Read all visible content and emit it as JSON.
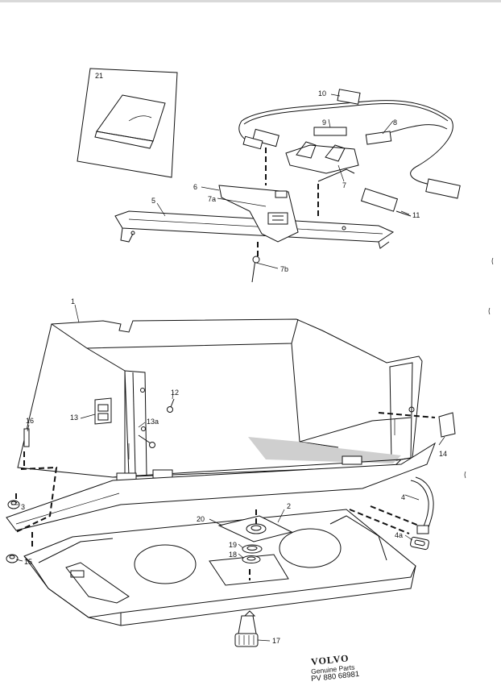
{
  "callouts": {
    "c1": "1",
    "c2": "2",
    "c3": "3",
    "c4": "4",
    "c4a": "4a",
    "c5": "5",
    "c6": "6",
    "c7": "7",
    "c7a": "7a",
    "c7b": "7b",
    "c8": "8",
    "c9": "9",
    "c10": "10",
    "c11": "11",
    "c12": "12",
    "c13": "13",
    "c13a": "13a",
    "c14": "14",
    "c15": "15",
    "c16": "16",
    "c17": "17",
    "c18": "18",
    "c19": "19",
    "c20": "20",
    "c21": "21"
  },
  "brand": {
    "logo": "VOLVO",
    "subtitle": "Genuine Parts",
    "code": "PV 880 68981"
  }
}
